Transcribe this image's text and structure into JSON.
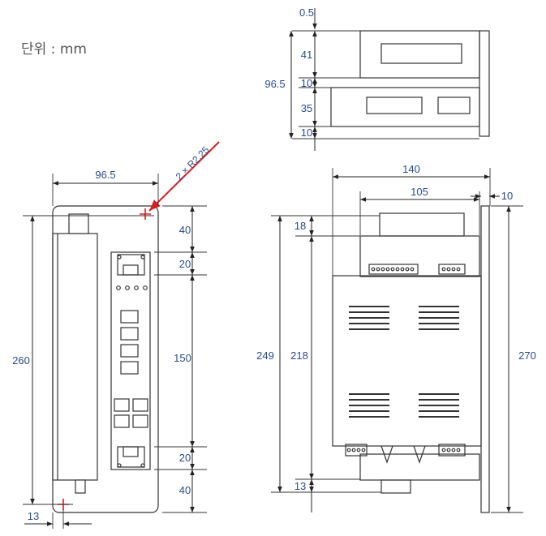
{
  "unit_label": "단위 : mm",
  "colors": {
    "dimension_text": "#2b4a8a",
    "outline": "#333333",
    "callout": "#d42020"
  },
  "front_view": {
    "width": "96.5",
    "height": "260",
    "bottom_offset": "13",
    "hole_callout": "2 × R2.25",
    "right_dims": [
      "40",
      "20",
      "150",
      "20",
      "40"
    ]
  },
  "top_view": {
    "dims": [
      "0.5",
      "41",
      "10",
      "35",
      "10"
    ],
    "total": "96.5"
  },
  "side_view": {
    "width_total": "140",
    "width_inner": "105",
    "flange": "10",
    "left_dims": [
      "249",
      "218",
      "18",
      "13"
    ],
    "right_height": "270"
  }
}
